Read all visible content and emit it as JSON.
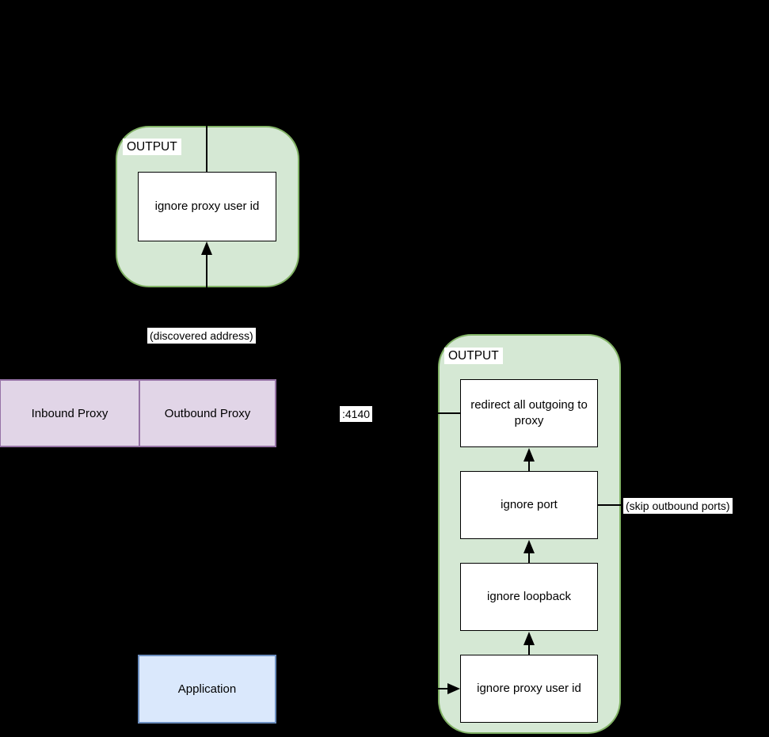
{
  "colors": {
    "background": "#000000",
    "chain_fill": "#d5e8d4",
    "chain_stroke": "#82b366",
    "node_fill": "#ffffff",
    "node_stroke": "#000000",
    "proxy_fill": "#e1d5e7",
    "proxy_stroke": "#9673a6",
    "app_fill": "#dae8fc",
    "app_stroke": "#6c8ebf",
    "connector": "#000000",
    "label_bg": "#ffffff",
    "text": "#000000"
  },
  "inbound_chain": {
    "title": "OUTPUT",
    "nodes": [
      "ignore proxy user id"
    ]
  },
  "outbound_chain": {
    "title": "OUTPUT",
    "nodes": [
      "redirect all outgoing to proxy",
      "ignore port",
      "ignore loopback",
      "ignore proxy user id"
    ]
  },
  "proxy_row": {
    "inbound": "Inbound Proxy",
    "outbound": "Outbound Proxy"
  },
  "application": {
    "label": "Application"
  },
  "labels": {
    "discovered_address": "(discovered address)",
    "outbound_port": ":4140",
    "skip_outbound_ports": "(skip outbound ports)"
  }
}
